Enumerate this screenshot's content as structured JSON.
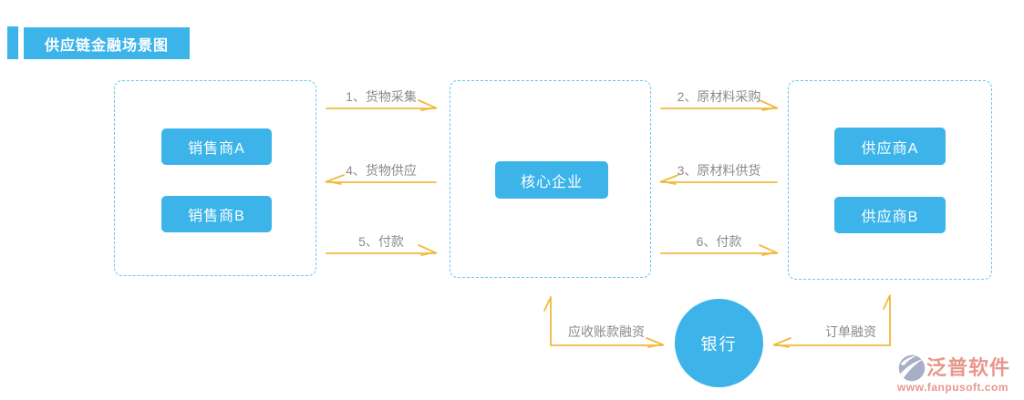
{
  "header": {
    "title": "供应链金融场景图"
  },
  "diagram": {
    "sellers_group": {
      "node_a": "销售商A",
      "node_b": "销售商B"
    },
    "core_group": {
      "node": "核心企业"
    },
    "suppliers_group": {
      "node_a": "供应商A",
      "node_b": "供应商B"
    },
    "bank": {
      "label": "银行"
    },
    "flows": {
      "left": [
        {
          "label": "1、货物采集",
          "direction": "right"
        },
        {
          "label": "4、货物供应",
          "direction": "left"
        },
        {
          "label": "5、付款",
          "direction": "right"
        }
      ],
      "right": [
        {
          "label": "2、原材料采购",
          "direction": "right"
        },
        {
          "label": "3、原材料供货",
          "direction": "left"
        },
        {
          "label": "6、付款",
          "direction": "right"
        }
      ],
      "bank_to_core": {
        "label": "应收账款融资"
      },
      "bank_to_suppliers": {
        "label": "订单融资"
      }
    }
  },
  "watermark": {
    "brand": "泛普软件",
    "url": "www.fanpusoft.com"
  },
  "colors": {
    "accent_blue": "#3cb4ea",
    "box_border": "#6ac5f1",
    "arrow": "#f0ba3e",
    "flow_label": "#8a8a8a",
    "watermark_text": "#e8978d",
    "watermark_icon": "#a7aec5"
  }
}
